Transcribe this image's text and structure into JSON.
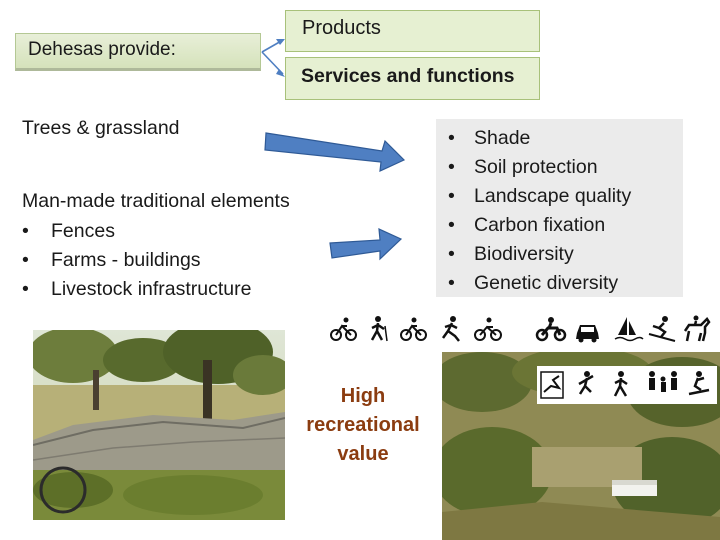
{
  "header": {
    "dehesas_label": "Dehesas provide:",
    "products_label": "Products",
    "services_label": "Services and functions"
  },
  "left": {
    "trees": "Trees & grassland",
    "manmade_heading": "Man-made traditional elements",
    "bullet_char": "•",
    "manmade_items": [
      "Fences",
      "Farms - buildings",
      "Livestock infrastructure"
    ]
  },
  "services_list": {
    "bullet_char": "•",
    "items": [
      "Shade",
      "Soil protection",
      "Landscape quality",
      "Carbon fixation",
      "Biodiversity",
      "Genetic diversity"
    ]
  },
  "recreation": {
    "line1": "High",
    "line2": "recreational",
    "line3": "value"
  },
  "colors": {
    "box_fill": "#e6f0d2",
    "arrow_blue": "#4f7fc2",
    "recreation_text": "#8b3c10"
  },
  "icons": {
    "top_row": [
      "cycling-icon",
      "hiking-icon",
      "cycling-icon",
      "running-icon",
      "mountain-bike-icon",
      "motorbike-icon",
      "car-icon",
      "sailing-icon",
      "skiing-icon",
      "horse-riding-icon"
    ],
    "second_row": [
      "rock-climbing-icon",
      "climbing-icon",
      "hiking-icon",
      "family-icon",
      "snowboard-icon"
    ]
  }
}
